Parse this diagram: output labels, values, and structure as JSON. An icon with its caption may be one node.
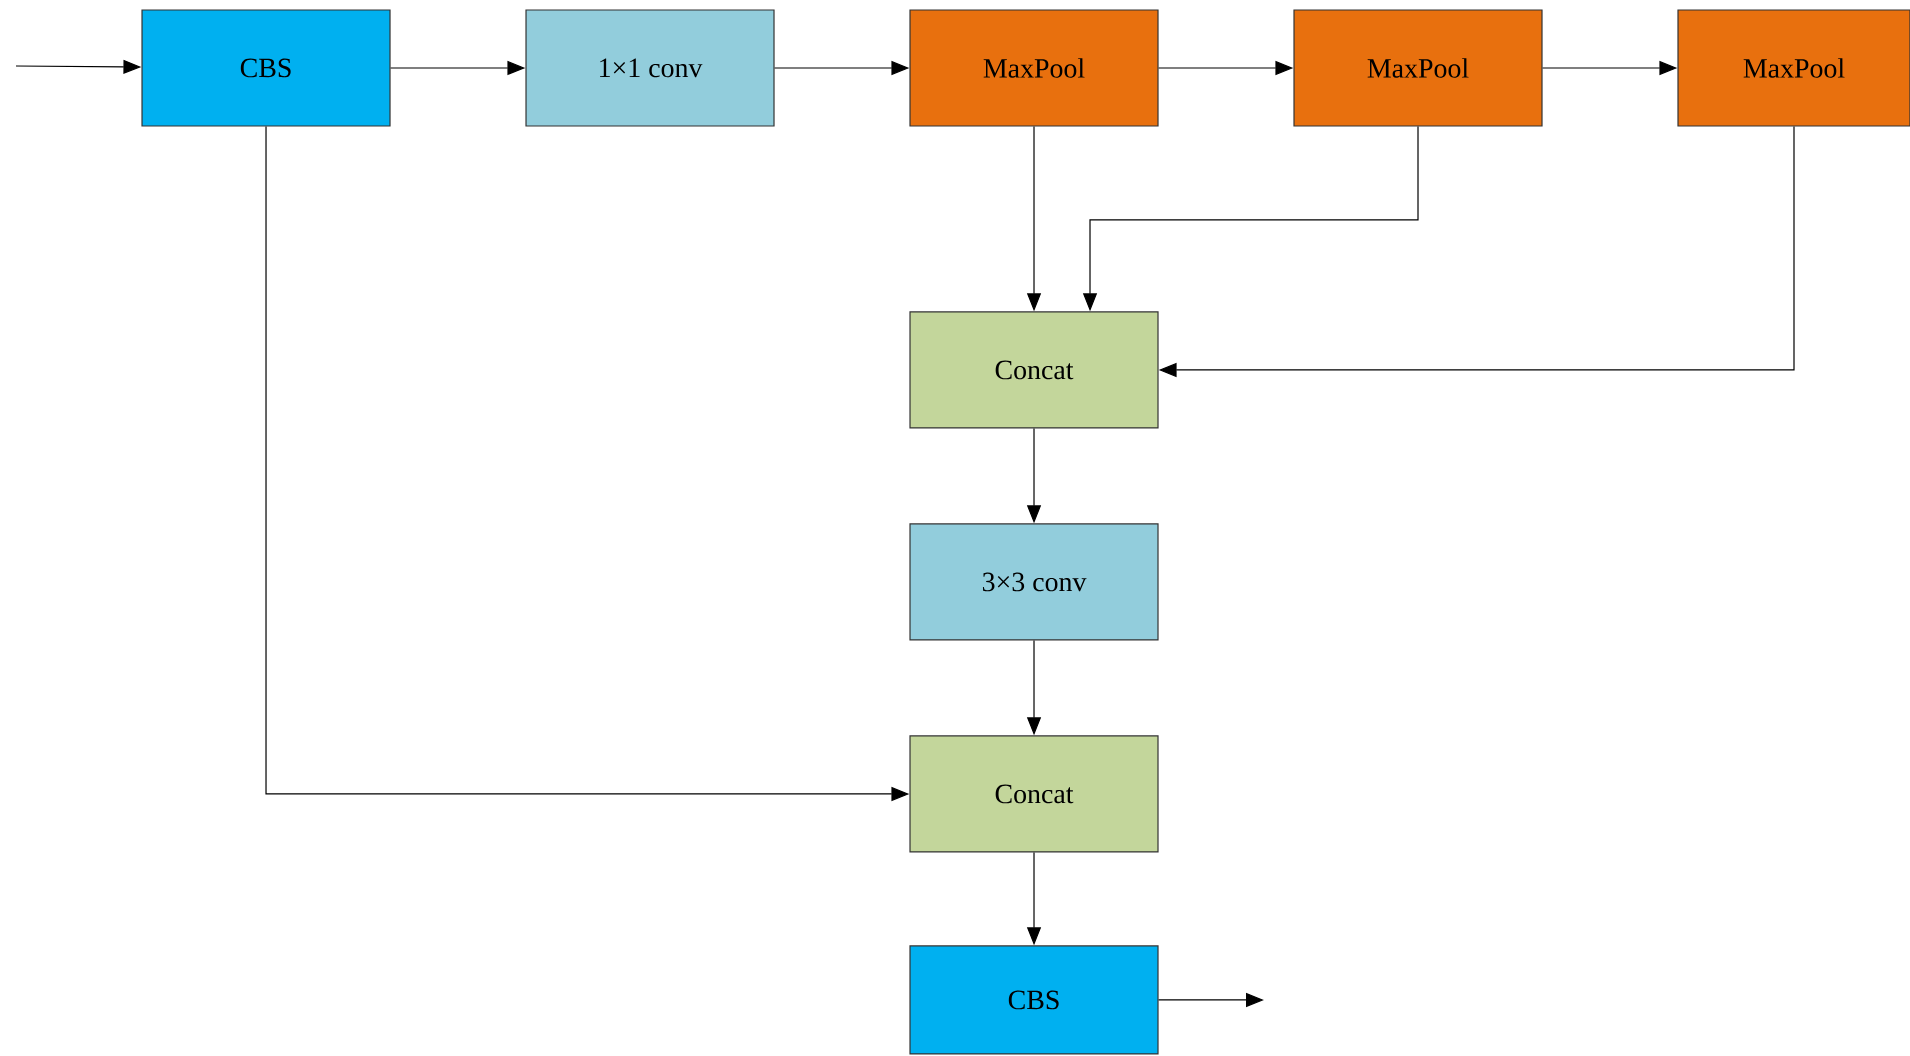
{
  "diagram": {
    "nodes": [
      {
        "text": [
          "CBS"
        ]
      },
      {
        "text": [
          "1×1 conv"
        ]
      },
      {
        "text": [
          "MaxPool"
        ]
      },
      {
        "text": [
          "MaxPool"
        ]
      },
      {
        "text": [
          "MaxPool"
        ]
      },
      {
        "text": [
          "Concat"
        ]
      },
      {
        "text": [
          "3×3 conv"
        ]
      },
      {
        "text": [
          "Concat"
        ]
      },
      {
        "text": [
          "CBS"
        ]
      }
    ],
    "edges": [
      {
        "from": null,
        "to": 0,
        "arrow": "to"
      },
      {
        "from": 0,
        "to": 1,
        "arrow": "to"
      },
      {
        "from": 1,
        "to": 2,
        "arrow": "to"
      },
      {
        "from": 2,
        "to": 3,
        "arrow": "to"
      },
      {
        "from": 3,
        "to": 4,
        "arrow": "to"
      },
      {
        "from": 2,
        "to": 5,
        "arrow": "to"
      },
      {
        "from": 3,
        "to": 5,
        "arrow": "to"
      },
      {
        "from": 4,
        "to": 5,
        "arrow": "to"
      },
      {
        "from": 5,
        "to": 6,
        "arrow": "to"
      },
      {
        "from": 6,
        "to": 7,
        "arrow": "to"
      },
      {
        "from": 0,
        "to": 7,
        "arrow": "to"
      },
      {
        "from": 7,
        "to": 8,
        "arrow": "to"
      },
      {
        "from": 8,
        "to": null,
        "arrow": "to"
      }
    ]
  }
}
